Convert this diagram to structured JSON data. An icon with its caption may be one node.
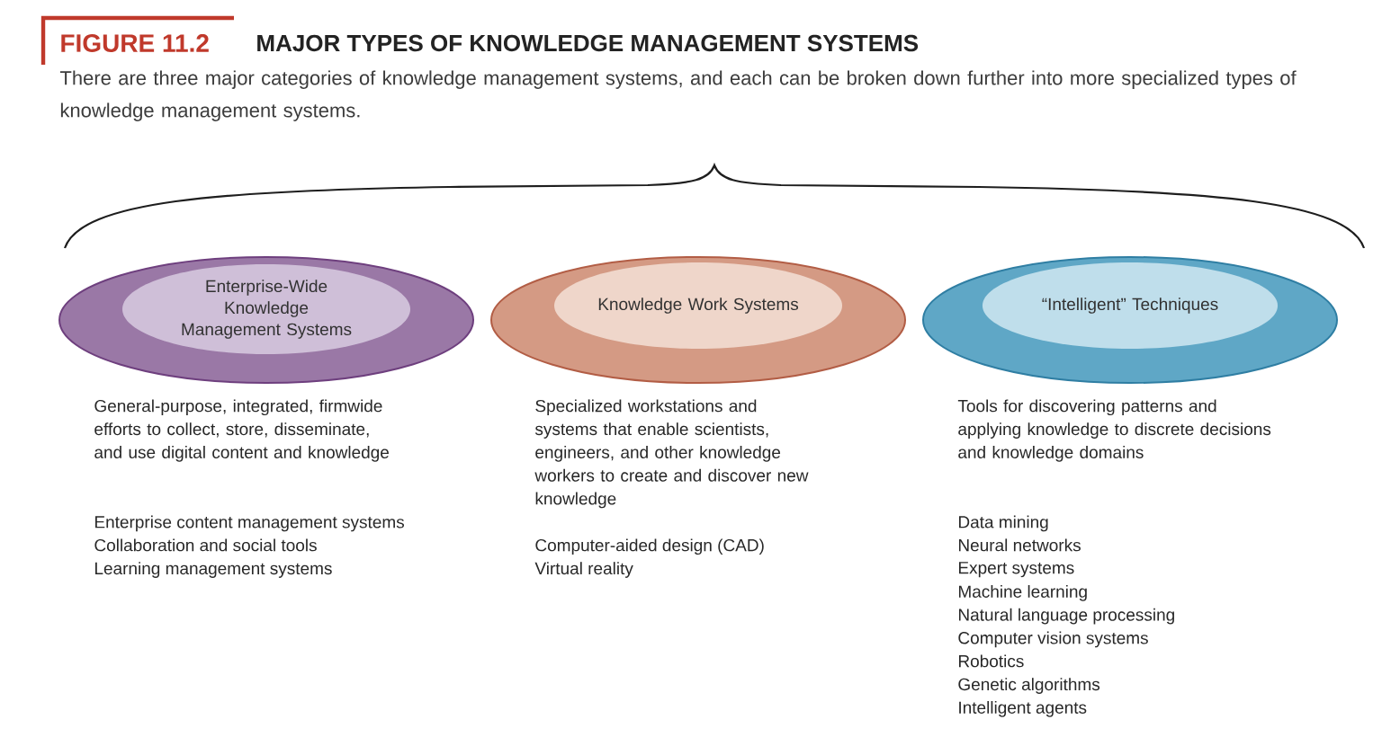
{
  "diagram": {
    "title": "MAJOR TYPES OF KNOWLEDGE MANAGEMENT SYSTEMS",
    "caption": "There are three major categories of knowledge management systems, and each can be broken down further into more specialized types of knowledge management systems.",
    "nodes": [
      {
        "text": [],
        "shape": "ellipse"
      },
      {
        "text": [
          "Enterprise-Wide Knowledge Management Systems"
        ],
        "in": 0,
        "beside": [
          "General-purpose, integrated, firmwide efforts to collect, store, disseminate, and use digital content and knowledge",
          "Enterprise content management systems",
          "Collaboration and social tools",
          "Learning management systems"
        ]
      },
      {
        "text": [],
        "shape": "ellipse"
      },
      {
        "text": [
          "Knowledge Work Systems"
        ],
        "in": 2,
        "beside": [
          "Specialized workstations and systems that enable scientists, engineers, and other knowledge workers to create and discover new knowledge",
          "Computer-aided design (CAD)",
          "Virtual reality"
        ]
      },
      {
        "text": [],
        "shape": "ellipse"
      },
      {
        "text": [
          "“Intelligent” Techniques"
        ],
        "in": 4,
        "beside": [
          "Tools for discovering patterns and applying knowledge to discrete decisions and knowledge domains",
          "Data mining",
          "Neural networks",
          "Expert systems",
          "Machine learning",
          "Natural language processing",
          "Computer vision systems",
          "Robotics",
          "Genetic algorithms",
          "Intelligent agents"
        ]
      }
    ],
    "labels": [
      "FIGURE 11.2"
    ]
  }
}
